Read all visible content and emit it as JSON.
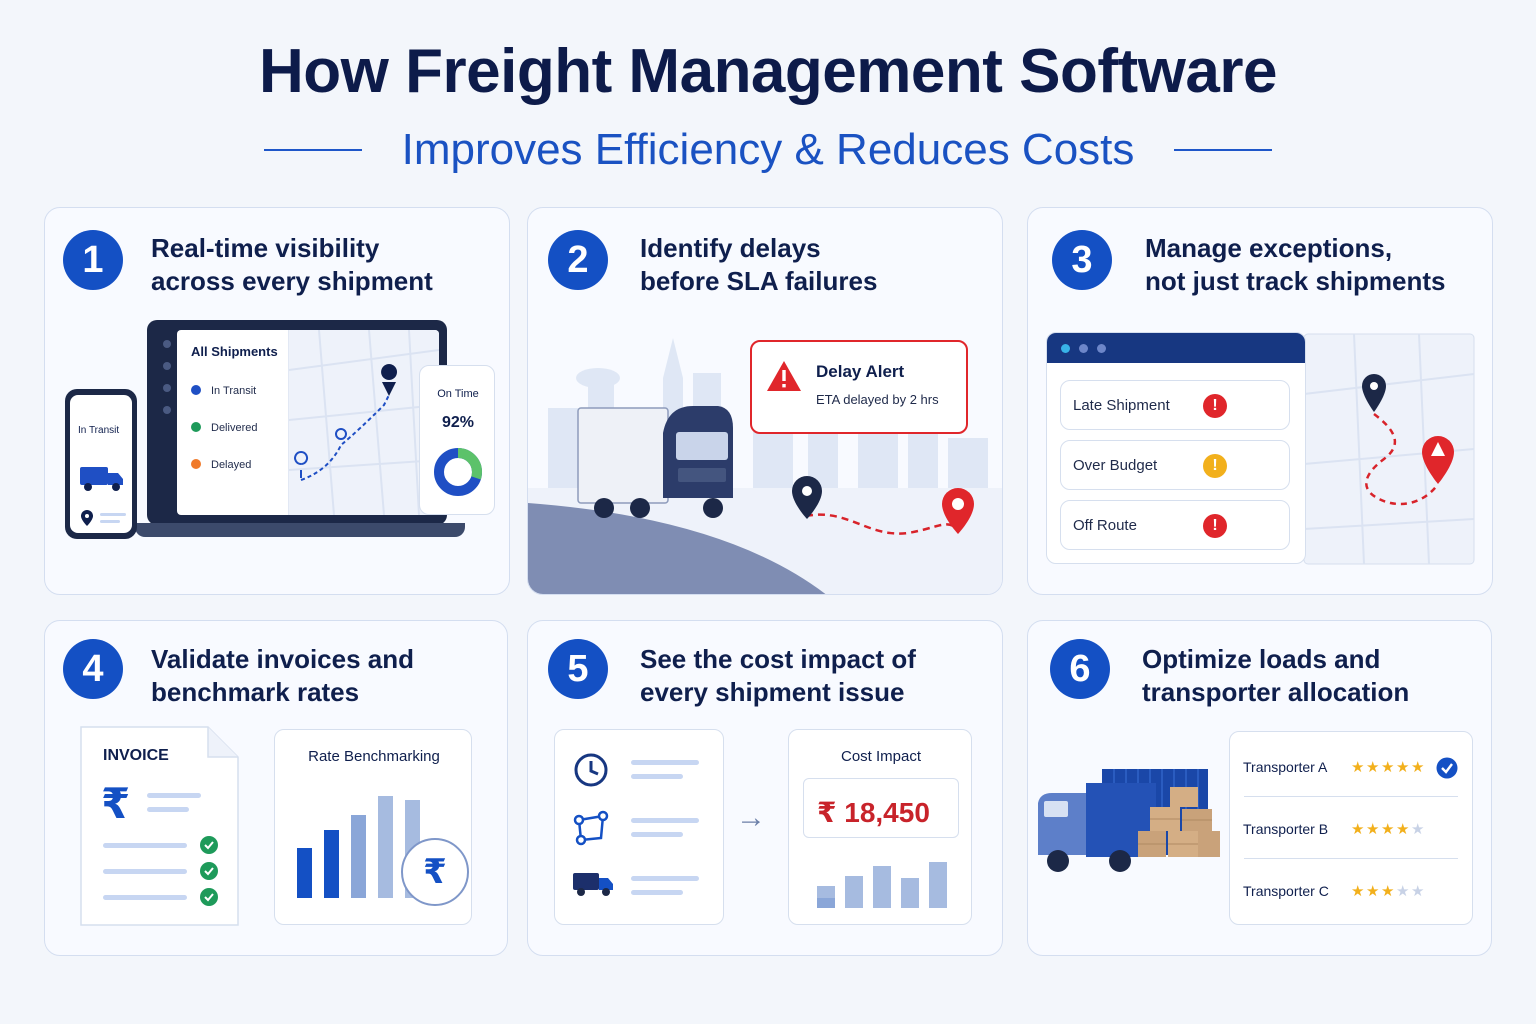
{
  "header": {
    "title": "How Freight Management Software",
    "subtitle": "Improves Efficiency & Reduces Costs"
  },
  "cards": [
    {
      "number": "1",
      "line1": "Real-time visibility",
      "line2": "across every shipment"
    },
    {
      "number": "2",
      "line1": "Identify delays",
      "line2": "before SLA failures"
    },
    {
      "number": "3",
      "line1": "Manage exceptions,",
      "line2": "not just track shipments"
    },
    {
      "number": "4",
      "line1": "Validate invoices and",
      "line2": "benchmark rates"
    },
    {
      "number": "5",
      "line1": "See the cost impact of",
      "line2": "every shipment issue"
    },
    {
      "number": "6",
      "line1": "Optimize loads and",
      "line2": "transporter allocation"
    }
  ],
  "visibility": {
    "phone_label": "In Transit",
    "list_title": "All Shipments",
    "statuses": [
      {
        "label": "In Transit",
        "color": "#1f4fc4"
      },
      {
        "label": "Delivered",
        "color": "#1e9a5a"
      },
      {
        "label": "Delayed",
        "color": "#f07a2a"
      }
    ],
    "on_time_label": "On Time",
    "on_time_value": "92%",
    "on_time_percent": 92
  },
  "delay": {
    "alert_title": "Delay Alert",
    "alert_text": "ETA delayed by 2 hrs"
  },
  "exceptions": {
    "items": [
      {
        "label": "Late Shipment",
        "color": "#e0262b"
      },
      {
        "label": "Over Budget",
        "color": "#f2b01c"
      },
      {
        "label": "Off Route",
        "color": "#e0262b"
      }
    ]
  },
  "invoice": {
    "invoice_label": "INVOICE",
    "currency": "₹",
    "rate_title": "Rate Benchmarking"
  },
  "cost": {
    "title": "Cost Impact",
    "value": "₹ 18,450",
    "arrow": "→"
  },
  "transporters": {
    "items": [
      {
        "name": "Transporter A",
        "rating": 5,
        "selected": true
      },
      {
        "name": "Transporter B",
        "rating": 4,
        "selected": false
      },
      {
        "name": "Transporter C",
        "rating": 3,
        "selected": false
      }
    ]
  },
  "colors": {
    "primary": "#1450c4",
    "navy": "#0f1f4d",
    "alert_red": "#e0262b",
    "warning": "#f2b01c",
    "success": "#1e9a5a"
  }
}
